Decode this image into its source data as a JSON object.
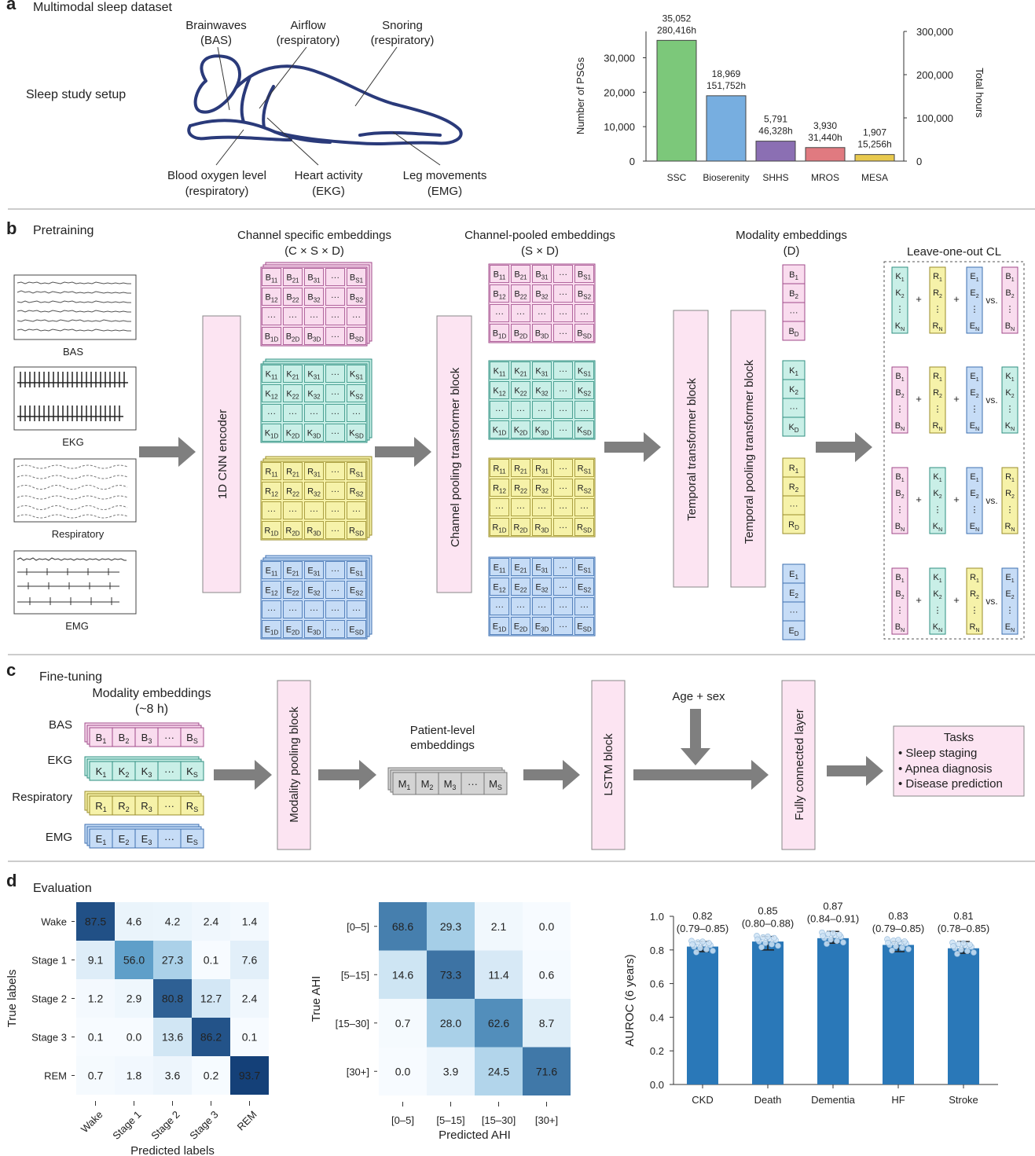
{
  "panel_a": {
    "letter": "a",
    "title": "Multimodal sleep dataset",
    "setup": "Sleep study setup",
    "callouts": {
      "bas1": "Brainwaves",
      "bas2": "(BAS)",
      "air1": "Airflow",
      "air2": "(respiratory)",
      "snore1": "Snoring",
      "snore2": "(respiratory)",
      "oxy1": "Blood oxygen level",
      "oxy2": "(respiratory)",
      "heart1": "Heart activity",
      "heart2": "(EKG)",
      "leg1": "Leg movements",
      "leg2": "(EMG)"
    }
  },
  "panel_b": {
    "letter": "b",
    "title": "Pretraining",
    "signals": [
      "BAS",
      "EKG",
      "Respiratory",
      "EMG"
    ],
    "encoder": "1D CNN encoder",
    "channel_specific": {
      "title": "Channel specific embeddings",
      "dims": "(C × S × D)"
    },
    "channel_pooled": {
      "title": "Channel-pooled embeddings",
      "dims": "(S × D)"
    },
    "pool_block": "Channel pooling transformer block",
    "modality": {
      "title": "Modality embeddings",
      "dims": "(D)"
    },
    "temporal": "Temporal transformer block",
    "temporal_pool": "Temporal pooling transformer block",
    "loo_title": "Leave-one-out CL",
    "vs": "vs."
  },
  "panel_c": {
    "letter": "c",
    "title": "Fine-tuning",
    "modality_title": "Modality embeddings",
    "modality_sub": "(~8 h)",
    "rows": [
      "BAS",
      "EKG",
      "Respiratory",
      "EMG"
    ],
    "modality_pool": "Modality pooling block",
    "patient_title1": "Patient-level",
    "patient_title2": "embeddings",
    "lstm": "LSTM block",
    "age_sex": "Age + sex",
    "fc": "Fully connected layer",
    "tasks_title": "Tasks",
    "tasks": [
      "• Sleep staging",
      "• Apnea diagnosis",
      "• Disease prediction"
    ]
  },
  "panel_d": {
    "letter": "d",
    "title": "Evaluation"
  },
  "chart_data": [
    {
      "type": "bar",
      "categories": [
        "SSC",
        "Bioserenity",
        "SHHS",
        "MROS",
        "MESA"
      ],
      "values": [
        35052,
        18969,
        5791,
        3930,
        1907
      ],
      "value_labels": [
        "35,052",
        "18,969",
        "5,791",
        "3,930",
        "1,907"
      ],
      "hour_labels": [
        "280,416h",
        "151,752h",
        "46,328h",
        "31,440h",
        "15,256h"
      ],
      "colors": [
        "#7cc87a",
        "#77aee0",
        "#8b6fb3",
        "#e07a80",
        "#e8c94e"
      ],
      "ylabel": "Number of PSGs",
      "y2label": "Total hours",
      "ylim": [
        0,
        36500
      ],
      "yticks": [
        "0",
        "10,000",
        "20,000",
        "30,000"
      ],
      "y2ticks": [
        "0",
        "100,000",
        "200,000",
        "300,000"
      ]
    },
    {
      "type": "heatmap",
      "xlabel": "Predicted labels",
      "ylabel": "True labels",
      "labels": [
        "Wake",
        "Stage 1",
        "Stage 2",
        "Stage 3",
        "REM"
      ],
      "values": [
        [
          87.5,
          4.6,
          4.2,
          2.4,
          1.4
        ],
        [
          9.1,
          56.0,
          27.3,
          0.1,
          7.6
        ],
        [
          1.2,
          2.9,
          80.8,
          12.7,
          2.4
        ],
        [
          0.1,
          0.0,
          13.6,
          86.2,
          0.1
        ],
        [
          0.7,
          1.8,
          3.6,
          0.2,
          93.7
        ]
      ]
    },
    {
      "type": "heatmap",
      "xlabel": "Predicted AHI",
      "ylabel": "True AHI",
      "labels": [
        "[0–5]",
        "[5–15]",
        "[15–30]",
        "[30+]"
      ],
      "values": [
        [
          68.6,
          29.3,
          2.1,
          0.0
        ],
        [
          14.6,
          73.3,
          11.4,
          0.6
        ],
        [
          0.7,
          28.0,
          62.6,
          8.7
        ],
        [
          0.0,
          3.9,
          24.5,
          71.6
        ]
      ]
    },
    {
      "type": "bar",
      "categories": [
        "CKD",
        "Death",
        "Dementia",
        "HF",
        "Stroke"
      ],
      "values": [
        0.82,
        0.85,
        0.87,
        0.83,
        0.81
      ],
      "value_labels": [
        "0.82",
        "0.85",
        "0.87",
        "0.83",
        "0.81"
      ],
      "ci_labels": [
        "(0.79–0.85)",
        "(0.80–0.88)",
        "(0.84–0.91)",
        "(0.79–0.85)",
        "(0.78–0.85)"
      ],
      "ci": [
        [
          0.79,
          0.85
        ],
        [
          0.8,
          0.88
        ],
        [
          0.84,
          0.91
        ],
        [
          0.79,
          0.85
        ],
        [
          0.78,
          0.85
        ]
      ],
      "ylabel": "AUROC (6 years)",
      "ylim": [
        0,
        1.0
      ],
      "yticks": [
        "0.0",
        "0.2",
        "0.4",
        "0.6",
        "0.8",
        "1.0"
      ],
      "color": "#2a78b8"
    }
  ]
}
